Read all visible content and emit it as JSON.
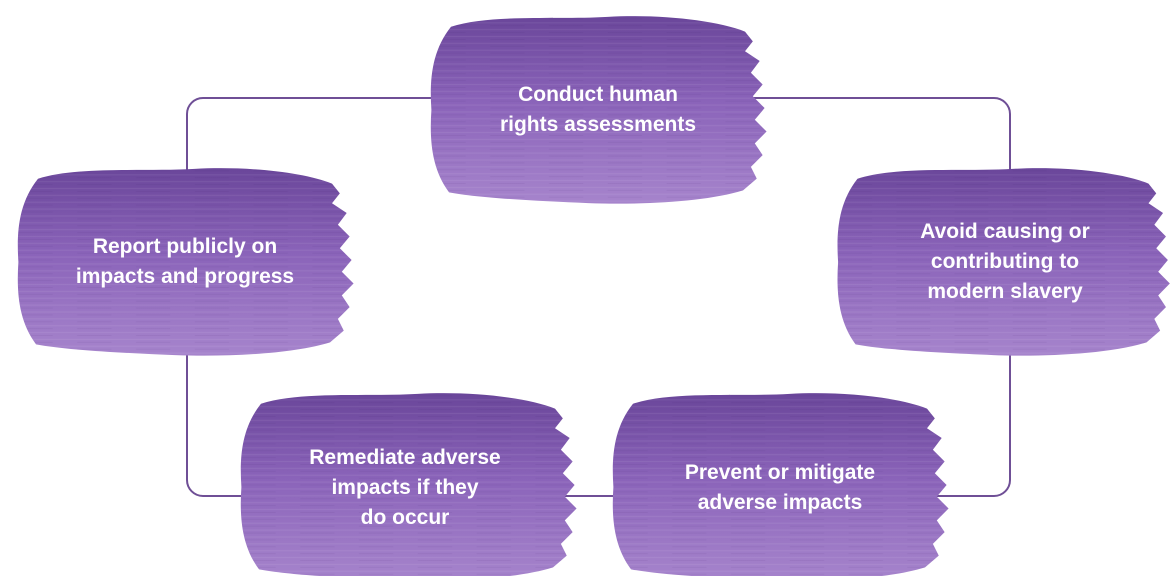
{
  "colors": {
    "cycle_line": "#6f4f96",
    "brush_light": "#9e7cc6",
    "brush_mid": "#8a63b9",
    "brush_dark": "#6a469a",
    "text": "#ffffff"
  },
  "steps": [
    {
      "id": "assess",
      "label": "Conduct human\nrights assessments"
    },
    {
      "id": "avoid",
      "label": "Avoid causing or\ncontributing to\nmodern slavery"
    },
    {
      "id": "prevent",
      "label": "Prevent or mitigate\nadverse impacts"
    },
    {
      "id": "remediate",
      "label": "Remediate adverse\nimpacts if they\ndo occur"
    },
    {
      "id": "report",
      "label": "Report publicly on\nimpacts and progress"
    }
  ]
}
